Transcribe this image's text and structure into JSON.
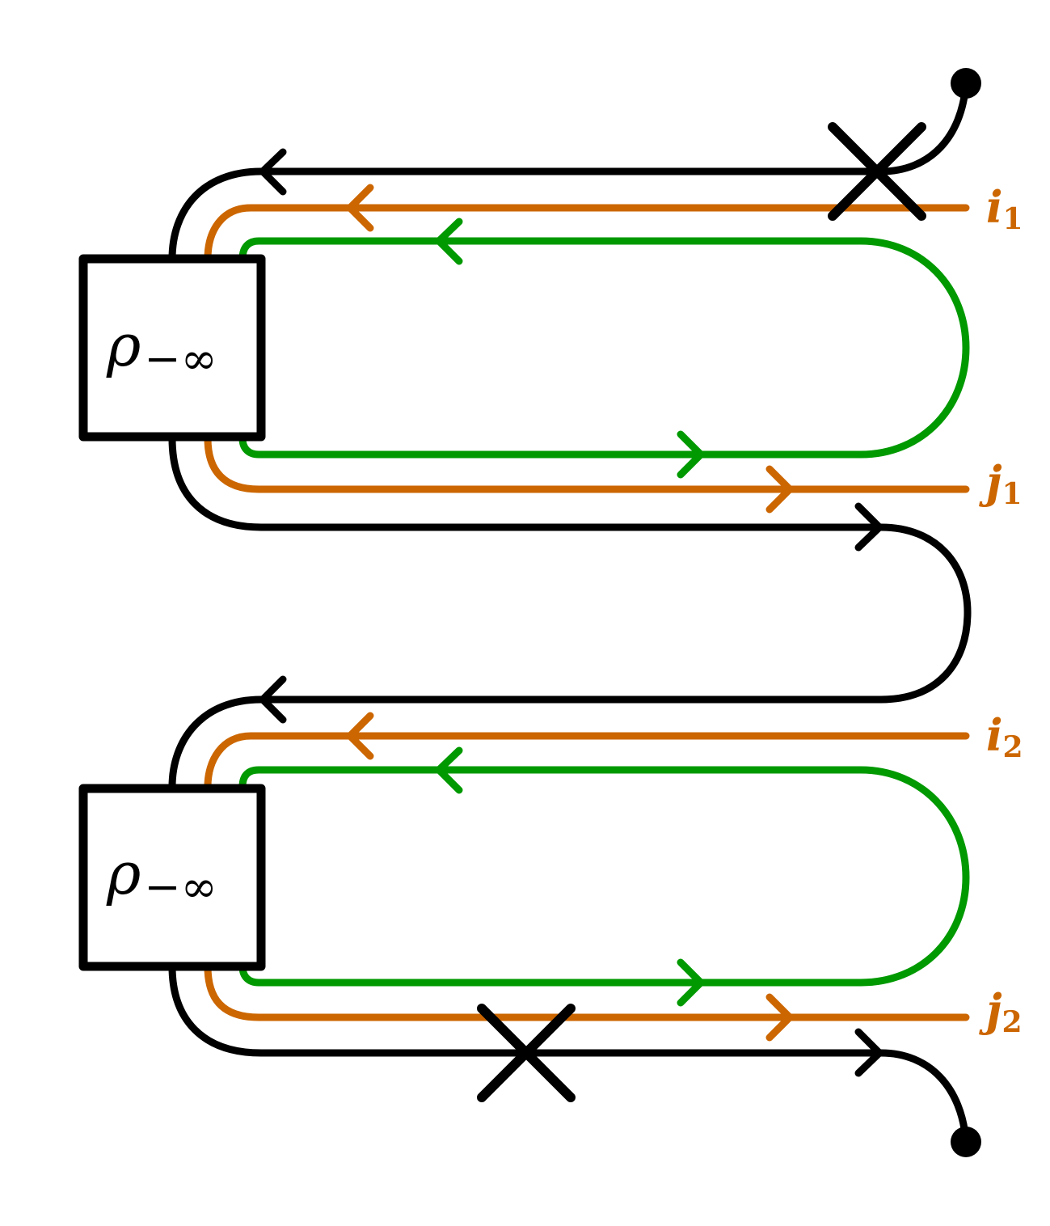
{
  "colors": {
    "black": "#000000",
    "orange": "#cc6600",
    "green": "#009900"
  },
  "boxes": [
    {
      "symbol": "ρ",
      "subscript": "−∞"
    },
    {
      "symbol": "ρ",
      "subscript": "−∞"
    }
  ],
  "labels": {
    "i1": {
      "letter": "i",
      "index": "1"
    },
    "j1": {
      "letter": "j",
      "index": "1"
    },
    "i2": {
      "letter": "i",
      "index": "2"
    },
    "j2": {
      "letter": "j",
      "index": "2"
    }
  }
}
